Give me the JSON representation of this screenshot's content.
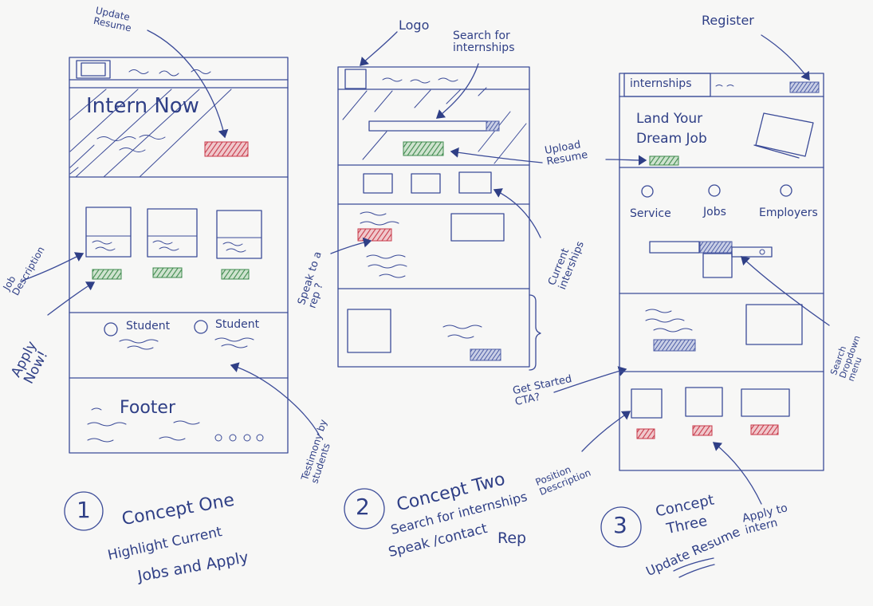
{
  "colors": {
    "ink": "#3b4b98",
    "red": "#c83a4a",
    "green": "#3f8b4e",
    "blue_fill": "#4e5ea6",
    "paper": "#f7f7f6"
  },
  "concept1": {
    "annotation_update_resume": "Update Resume",
    "hero_title": "Intern Now",
    "annotation_job_description": "Job Description",
    "annotation_apply_now": "Apply Now!",
    "testimonial_1": "Student",
    "testimonial_2": "Student",
    "footer": "Footer",
    "annotation_testimony": "Testimony by students",
    "number": "1",
    "title": "Concept One",
    "line2": "Highlight Current",
    "line3": "Jobs and Apply"
  },
  "concept2": {
    "annotation_logo": "Logo",
    "annotation_search": "Search for internships",
    "annotation_upload": "Upload Resume",
    "annotation_current": "Current interships",
    "annotation_speak": "Speak to a rep ?",
    "annotation_cta": "Get Started CTA?",
    "annotation_position": "Position Description",
    "number": "2",
    "title": "Concept Two",
    "line2": "Search for internships",
    "line3": "Speak /contact",
    "line4": "Rep"
  },
  "concept3": {
    "annotation_register": "Register",
    "logo_text": "internships",
    "hero_title_1": "Land Your",
    "hero_title_2": "Dream Job",
    "icon_service": "Service",
    "icon_jobs": "Jobs",
    "icon_employers": "Employers",
    "annotation_search_dropdown": "Search Dropdown menu",
    "annotation_apply": "Apply to intern",
    "number": "3",
    "title": "Concept",
    "title_2": "Three",
    "line2": "Update Resume"
  }
}
